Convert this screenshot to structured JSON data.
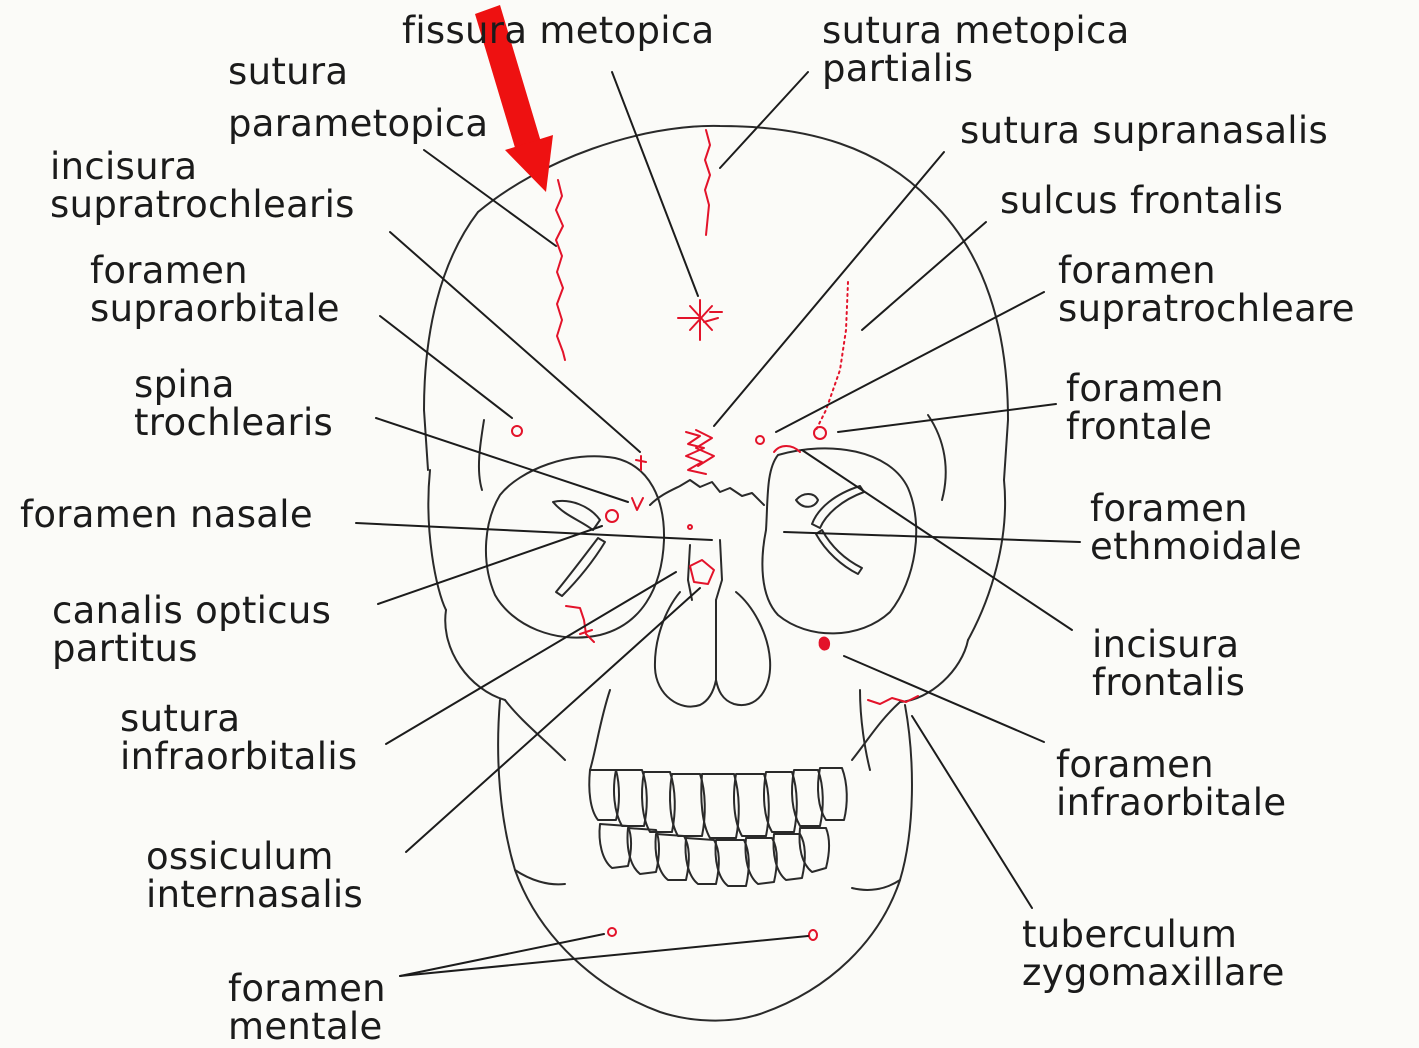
{
  "labels": {
    "fissura_metopica": [
      "fissura metopica"
    ],
    "sutura_metopica_partialis": [
      "sutura metopica",
      "partialis"
    ],
    "sutura_parametopica": [
      "sutura",
      "parametopica"
    ],
    "incisura_supratrochlearis": [
      "incisura",
      "supratrochlearis"
    ],
    "sutura_supranasalis": [
      "sutura supranasalis"
    ],
    "sulcus_frontalis": [
      "sulcus frontalis"
    ],
    "foramen_supraorbitale": [
      "foramen",
      "supraorbitale"
    ],
    "foramen_supratrochleare": [
      "foramen",
      "supratrochleare"
    ],
    "spina_trochlearis": [
      "spina",
      "trochlearis"
    ],
    "foramen_frontale": [
      "foramen",
      "frontale"
    ],
    "foramen_nasale": [
      "foramen nasale"
    ],
    "foramen_ethmoidale": [
      "foramen",
      "ethmoidale"
    ],
    "canalis_opticus_partitus": [
      "canalis opticus",
      "partitus"
    ],
    "incisura_frontalis": [
      "incisura",
      "frontalis"
    ],
    "sutura_infraorbitalis": [
      "sutura",
      "infraorbitalis"
    ],
    "foramen_infraorbitale": [
      "foramen",
      "infraorbitale"
    ],
    "ossiculum_internasalis": [
      "ossiculum",
      "internasalis"
    ],
    "tuberculum_zygomaxillare": [
      "tuberculum",
      "zygomaxillare"
    ],
    "foramen_mentale": [
      "foramen",
      "mentale"
    ]
  },
  "colors": {
    "outline": "#2a2a2a",
    "variant": "#e3132a",
    "arrow": "#ee1111",
    "leader": "#1c1c1c"
  }
}
